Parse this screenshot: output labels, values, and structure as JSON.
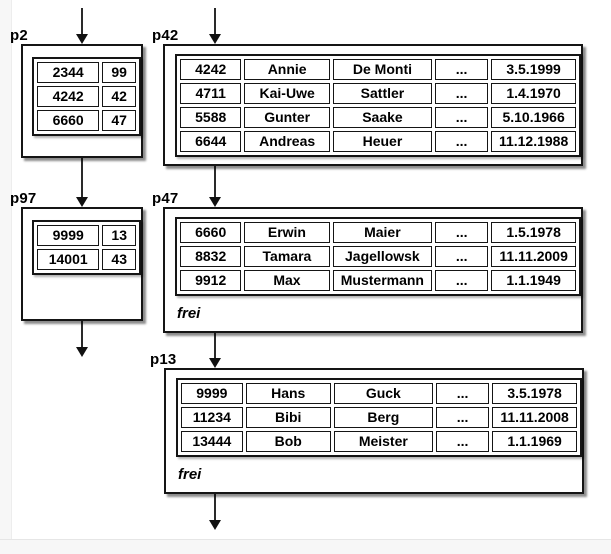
{
  "colors": {
    "border": "#151515",
    "text": "#000000",
    "background": "#ffffff",
    "page_edge": "#f7f7f7"
  },
  "nodes": {
    "p2": {
      "label": "p2",
      "rows": [
        [
          "2344",
          "99"
        ],
        [
          "4242",
          "42"
        ],
        [
          "6660",
          "47"
        ]
      ]
    },
    "p42": {
      "label": "p42",
      "rows": [
        [
          "4242",
          "Annie",
          "De Monti",
          "...",
          "3.5.1999"
        ],
        [
          "4711",
          "Kai-Uwe",
          "Sattler",
          "...",
          "1.4.1970"
        ],
        [
          "5588",
          "Gunter",
          "Saake",
          "...",
          "5.10.1966"
        ],
        [
          "6644",
          "Andreas",
          "Heuer",
          "...",
          "11.12.1988"
        ]
      ]
    },
    "p97": {
      "label": "p97",
      "rows": [
        [
          "9999",
          "13"
        ],
        [
          "14001",
          "43"
        ]
      ]
    },
    "p47": {
      "label": "p47",
      "free_label": "frei",
      "rows": [
        [
          "6660",
          "Erwin",
          "Maier",
          "...",
          "1.5.1978"
        ],
        [
          "8832",
          "Tamara",
          "Jagellowsk",
          "...",
          "11.11.2009"
        ],
        [
          "9912",
          "Max",
          "Mustermann",
          "...",
          "1.1.1949"
        ]
      ]
    },
    "p13": {
      "label": "p13",
      "free_label": "frei",
      "rows": [
        [
          "9999",
          "Hans",
          "Guck",
          "...",
          "3.5.1978"
        ],
        [
          "11234",
          "Bibi",
          "Berg",
          "...",
          "11.11.2008"
        ],
        [
          "13444",
          "Bob",
          "Meister",
          "...",
          "1.1.1969"
        ]
      ]
    }
  }
}
